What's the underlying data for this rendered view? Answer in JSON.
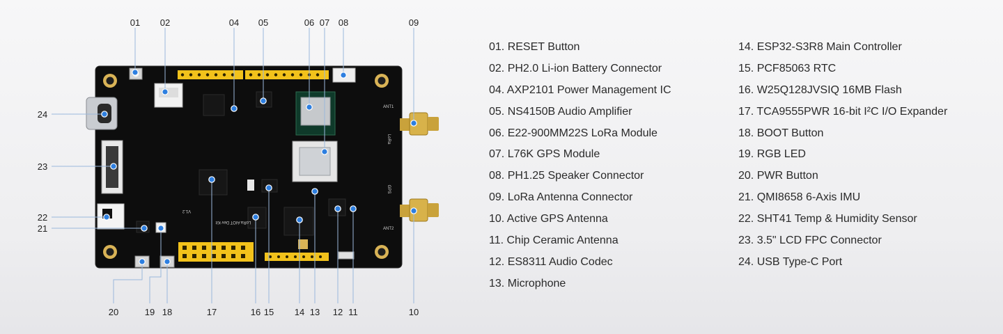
{
  "callouts": [
    {
      "id": "01",
      "label": "RESET Button"
    },
    {
      "id": "02",
      "label": "PH2.0 Li-ion Battery Connector"
    },
    {
      "id": "04",
      "label": "AXP2101 Power Management IC"
    },
    {
      "id": "05",
      "label": "NS4150B Audio Amplifier"
    },
    {
      "id": "06",
      "label": "E22-900MM22S LoRa Module"
    },
    {
      "id": "07",
      "label": "L76K GPS Module"
    },
    {
      "id": "08",
      "label": "PH1.25 Speaker Connector"
    },
    {
      "id": "09",
      "label": "LoRa Antenna Connector"
    },
    {
      "id": "10",
      "label": "Active GPS Antenna"
    },
    {
      "id": "11",
      "label": "Chip Ceramic Antenna"
    },
    {
      "id": "12",
      "label": "ES8311 Audio Codec"
    },
    {
      "id": "13",
      "label": "Microphone"
    },
    {
      "id": "14",
      "label": "ESP32-S3R8 Main Controller"
    },
    {
      "id": "15",
      "label": "PCF85063 RTC"
    },
    {
      "id": "16",
      "label": "W25Q128JVSIQ 16MB Flash"
    },
    {
      "id": "17",
      "label": "TCA9555PWR 16-bit I²C I/O Expander"
    },
    {
      "id": "18",
      "label": "BOOT Button"
    },
    {
      "id": "19",
      "label": "RGB LED"
    },
    {
      "id": "20",
      "label": "PWR Button"
    },
    {
      "id": "21",
      "label": "QMI8658 6-Axis IMU"
    },
    {
      "id": "22",
      "label": "SHT41 Temp & Humidity Sensor"
    },
    {
      "id": "23",
      "label": "3.5\" LCD FPC Connector"
    },
    {
      "id": "24",
      "label": "USB Type-C Port"
    }
  ],
  "legend": {
    "left": [
      "01. RESET Button",
      "02. PH2.0 Li-ion Battery Connector",
      "04. AXP2101 Power Management IC",
      "05. NS4150B Audio Amplifier",
      "06. E22-900MM22S LoRa Module",
      "07. L76K GPS Module",
      "08. PH1.25 Speaker Connector",
      "09. LoRa Antenna Connector",
      "10. Active GPS Antenna",
      "11. Chip Ceramic Antenna",
      "12. ES8311 Audio Codec",
      "13. Microphone"
    ],
    "right": [
      "14. ESP32-S3R8 Main Controller",
      "15. PCF85063 RTC",
      "16. W25Q128JVSIQ 16MB Flash",
      "17. TCA9555PWR 16-bit I²C I/O Expander",
      "18. BOOT Button",
      "19. RGB LED",
      "20. PWR Button",
      "21. QMI8658 6-Axis IMU",
      "22. SHT41 Temp & Humidity Sensor",
      "23. 3.5\" LCD FPC Connector",
      "24. USB Type-C Port"
    ]
  },
  "board_silk": {
    "title": "LoRa AIOT Dev Kit",
    "version": "V1.2",
    "antenna_lora": "LoRa",
    "antenna_gps": "GPS",
    "ant1": "ANT1",
    "ant2": "ANT2"
  },
  "colors": {
    "board": "#0d0d0d",
    "header": "#f2c21b",
    "callout_dot": "#2e7fe0",
    "leader": "#9ab8dc",
    "gold": "#d9b356"
  }
}
